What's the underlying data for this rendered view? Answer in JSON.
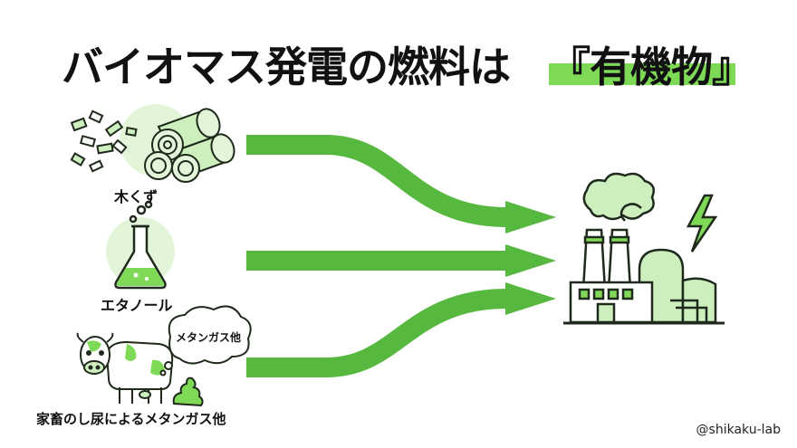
{
  "title": {
    "main": "バイオマス発電の燃料は",
    "accent": "『有機物』"
  },
  "sources": [
    {
      "label": "木くず",
      "icon": "wood-chips-and-logs-icon"
    },
    {
      "label": "エタノール",
      "icon": "flask-icon"
    },
    {
      "label": "家畜のし尿によるメタンガス他",
      "icon": "cow-icon",
      "bubble": "メタンガス他"
    }
  ],
  "target": {
    "icon": "power-plant-icon"
  },
  "credit": "@shikaku-lab",
  "colors": {
    "accent": "#7ed957",
    "arrow": "#56b83f",
    "icon_stroke": "#1f2a1c",
    "icon_fill": "#cdeebd"
  }
}
